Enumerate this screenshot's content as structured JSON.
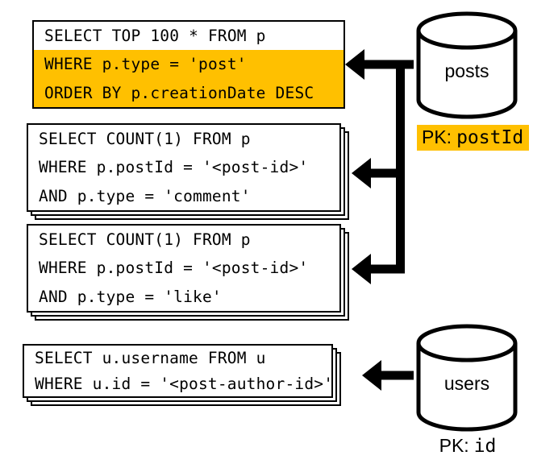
{
  "colors": {
    "highlight": "#FFC000",
    "stroke": "#000000",
    "box_background": "#FFFFFF"
  },
  "queries": [
    {
      "lines": [
        {
          "text": "SELECT TOP 100 * FROM p"
        },
        {
          "text": "WHERE p.type = 'post'"
        },
        {
          "text": "ORDER BY p.creationDate DESC"
        }
      ]
    },
    {
      "lines": [
        {
          "text": "SELECT COUNT(1) FROM p"
        },
        {
          "text": "WHERE p.postId = '<post-id>'"
        },
        {
          "text": "AND p.type = 'comment'"
        }
      ]
    },
    {
      "lines": [
        {
          "text": "SELECT COUNT(1) FROM p"
        },
        {
          "text": "WHERE p.postId = '<post-id>'"
        },
        {
          "text": "AND p.type = 'like'"
        }
      ]
    },
    {
      "lines": [
        {
          "text": "SELECT u.username FROM u"
        },
        {
          "text": "WHERE u.id = '<post-author-id>'"
        }
      ]
    }
  ],
  "databases": [
    {
      "name": "posts",
      "pk_prefix": "PK:",
      "pk_field": "postId"
    },
    {
      "name": "users",
      "pk_prefix": "PK:",
      "pk_field": "id"
    }
  ]
}
